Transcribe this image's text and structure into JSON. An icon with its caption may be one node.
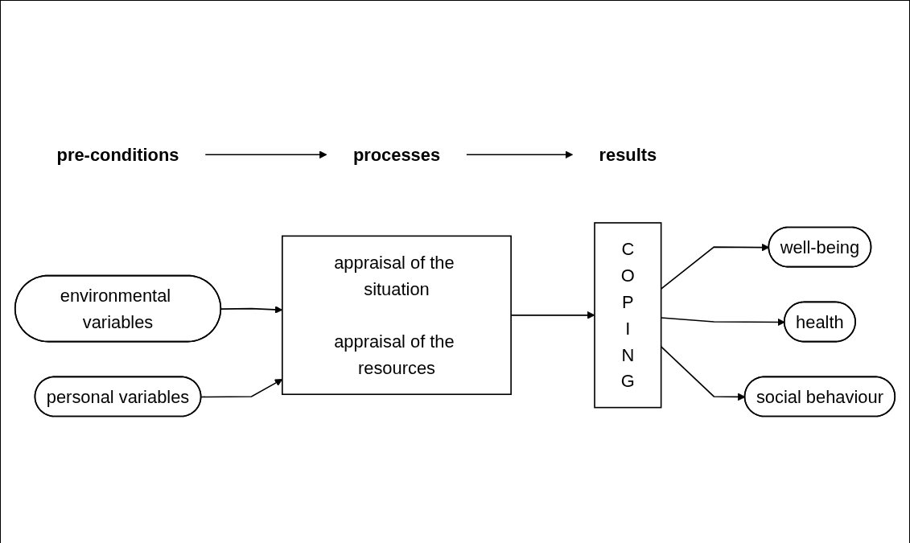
{
  "diagram": {
    "nodes": [
      {
        "text": [
          "pre-conditions"
        ]
      },
      {
        "text": [
          "processes"
        ]
      },
      {
        "text": [
          "results"
        ]
      },
      {
        "text": [
          "environmental variables"
        ]
      },
      {
        "text": [
          "personal variables"
        ]
      },
      {
        "text": [
          "appraisal of the situation",
          "appraisal of the resources"
        ]
      },
      {
        "text": [
          "C O P I N G"
        ]
      },
      {
        "text": [
          "well-being"
        ]
      },
      {
        "text": [
          "health"
        ]
      },
      {
        "text": [
          "social behaviour"
        ]
      }
    ],
    "edges": [
      {
        "from": 0,
        "to": 1,
        "arrow": "to"
      },
      {
        "from": 1,
        "to": 2,
        "arrow": "to"
      },
      {
        "from": 3,
        "to": 5,
        "arrow": "to"
      },
      {
        "from": 4,
        "to": 5,
        "arrow": "to"
      },
      {
        "from": 5,
        "to": 6,
        "arrow": "to"
      },
      {
        "from": 6,
        "to": 7,
        "arrow": "to"
      },
      {
        "from": 6,
        "to": 8,
        "arrow": "to"
      },
      {
        "from": 6,
        "to": 9,
        "arrow": "to"
      }
    ]
  }
}
